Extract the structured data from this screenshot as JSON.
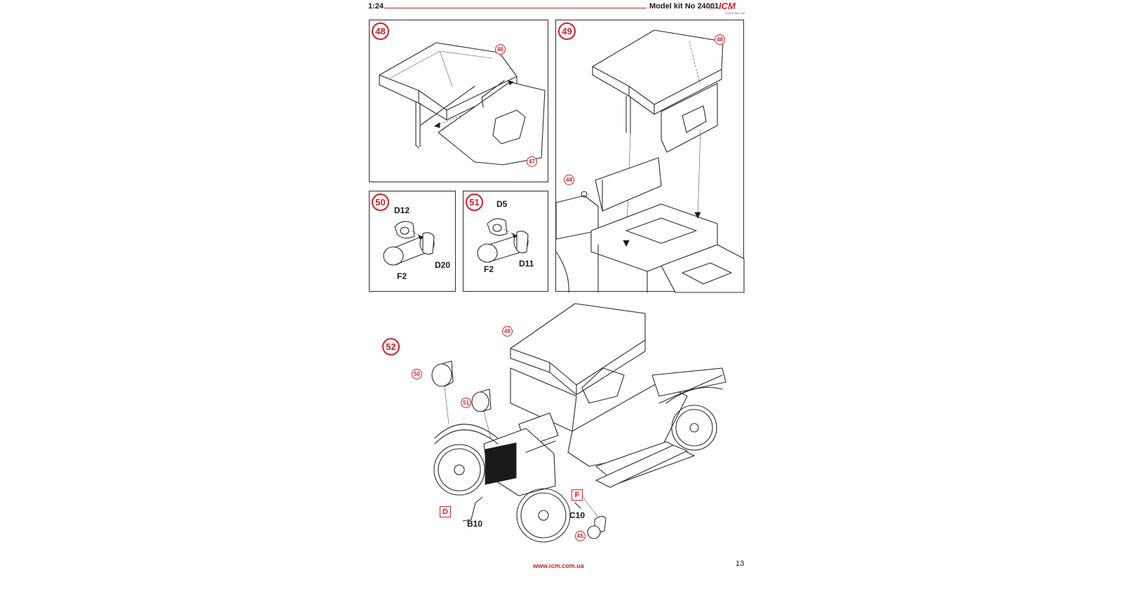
{
  "header": {
    "scale": "1:24",
    "kit_label": "Model kit No 24001",
    "logo_text": "ICM",
    "logo_tagline": "True to the Last"
  },
  "steps": {
    "s48": {
      "number": "48",
      "refs": [
        "46",
        "47"
      ]
    },
    "s49": {
      "number": "49",
      "refs": [
        "48",
        "44"
      ]
    },
    "s50": {
      "number": "50",
      "parts": [
        "D12",
        "F2",
        "D20"
      ]
    },
    "s51": {
      "number": "51",
      "parts": [
        "D5",
        "F2",
        "D11"
      ]
    },
    "s52": {
      "number": "52",
      "refs": [
        "49",
        "50",
        "51",
        "45"
      ],
      "parts": [
        "C10",
        "B10"
      ],
      "sprues": [
        "F",
        "D"
      ]
    }
  },
  "footer": {
    "url": "www.icm.com.ua",
    "page_number": "13"
  },
  "colors": {
    "accent": "#d0202a",
    "line": "#2b2b2b"
  }
}
